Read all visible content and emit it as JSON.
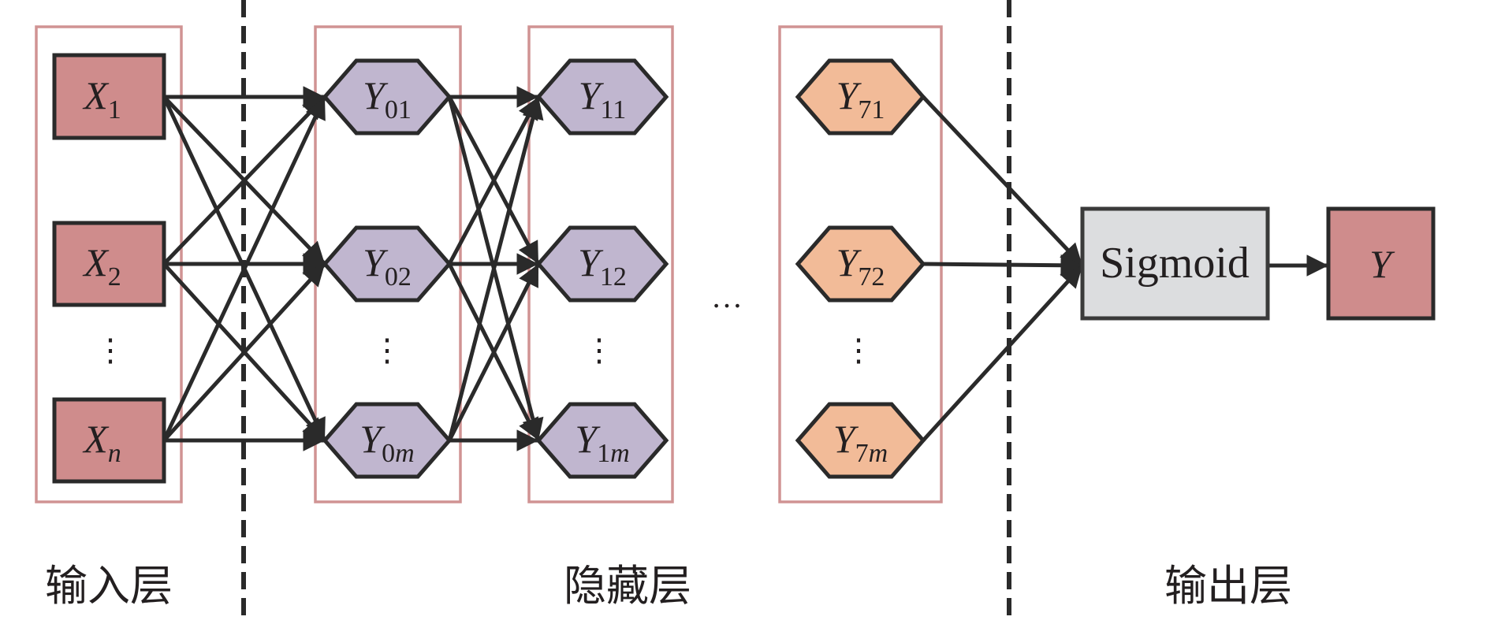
{
  "colors": {
    "input_fill": "#CF8C8C",
    "hidden_fill": "#C0B6CF",
    "last_hidden_fill": "#F2BB98",
    "sigmoid_fill": "#DCDDDF",
    "output_fill": "#CF8C8C",
    "group_border": "#D09393",
    "stroke": "#2A2A2A"
  },
  "layers": {
    "input": {
      "label": "输入层",
      "nodes": [
        {
          "base": "X",
          "sub": "1",
          "sub_italic": false
        },
        {
          "base": "X",
          "sub": "2",
          "sub_italic": false
        },
        {
          "base": "X",
          "sub": "n",
          "sub_italic": true
        }
      ]
    },
    "hidden": {
      "label": "隐藏层",
      "columns": [
        {
          "nodes": [
            {
              "base": "Y",
              "sub": "01",
              "sub_italic": false
            },
            {
              "base": "Y",
              "sub": "02",
              "sub_italic": false
            },
            {
              "base": "Y",
              "sub": "0m",
              "sub_italic": "partial"
            }
          ]
        },
        {
          "nodes": [
            {
              "base": "Y",
              "sub": "11",
              "sub_italic": false
            },
            {
              "base": "Y",
              "sub": "12",
              "sub_italic": false
            },
            {
              "base": "Y",
              "sub": "1m",
              "sub_italic": "partial"
            }
          ]
        },
        {
          "nodes": [
            {
              "base": "Y",
              "sub": "71",
              "sub_italic": false
            },
            {
              "base": "Y",
              "sub": "72",
              "sub_italic": false
            },
            {
              "base": "Y",
              "sub": "7m",
              "sub_italic": "partial"
            }
          ]
        }
      ],
      "between_ellipsis": "…"
    },
    "output": {
      "label": "输出层",
      "activation": "Sigmoid",
      "result": "Y"
    }
  },
  "vertical_ellipsis": "⋮",
  "edges": [
    {
      "from": "X1",
      "to": "Y01"
    },
    {
      "from": "X1",
      "to": "Y02"
    },
    {
      "from": "X1",
      "to": "Y0m"
    },
    {
      "from": "X2",
      "to": "Y01"
    },
    {
      "from": "X2",
      "to": "Y02"
    },
    {
      "from": "X2",
      "to": "Y0m"
    },
    {
      "from": "Xn",
      "to": "Y01"
    },
    {
      "from": "Xn",
      "to": "Y02"
    },
    {
      "from": "Xn",
      "to": "Y0m"
    },
    {
      "from": "Y01",
      "to": "Y11"
    },
    {
      "from": "Y01",
      "to": "Y12"
    },
    {
      "from": "Y01",
      "to": "Y1m"
    },
    {
      "from": "Y02",
      "to": "Y11"
    },
    {
      "from": "Y02",
      "to": "Y12"
    },
    {
      "from": "Y02",
      "to": "Y1m"
    },
    {
      "from": "Y0m",
      "to": "Y11"
    },
    {
      "from": "Y0m",
      "to": "Y12"
    },
    {
      "from": "Y0m",
      "to": "Y1m"
    },
    {
      "from": "Y71",
      "to": "Sigmoid"
    },
    {
      "from": "Y72",
      "to": "Sigmoid"
    },
    {
      "from": "Y7m",
      "to": "Sigmoid"
    },
    {
      "from": "Sigmoid",
      "to": "Y"
    }
  ]
}
